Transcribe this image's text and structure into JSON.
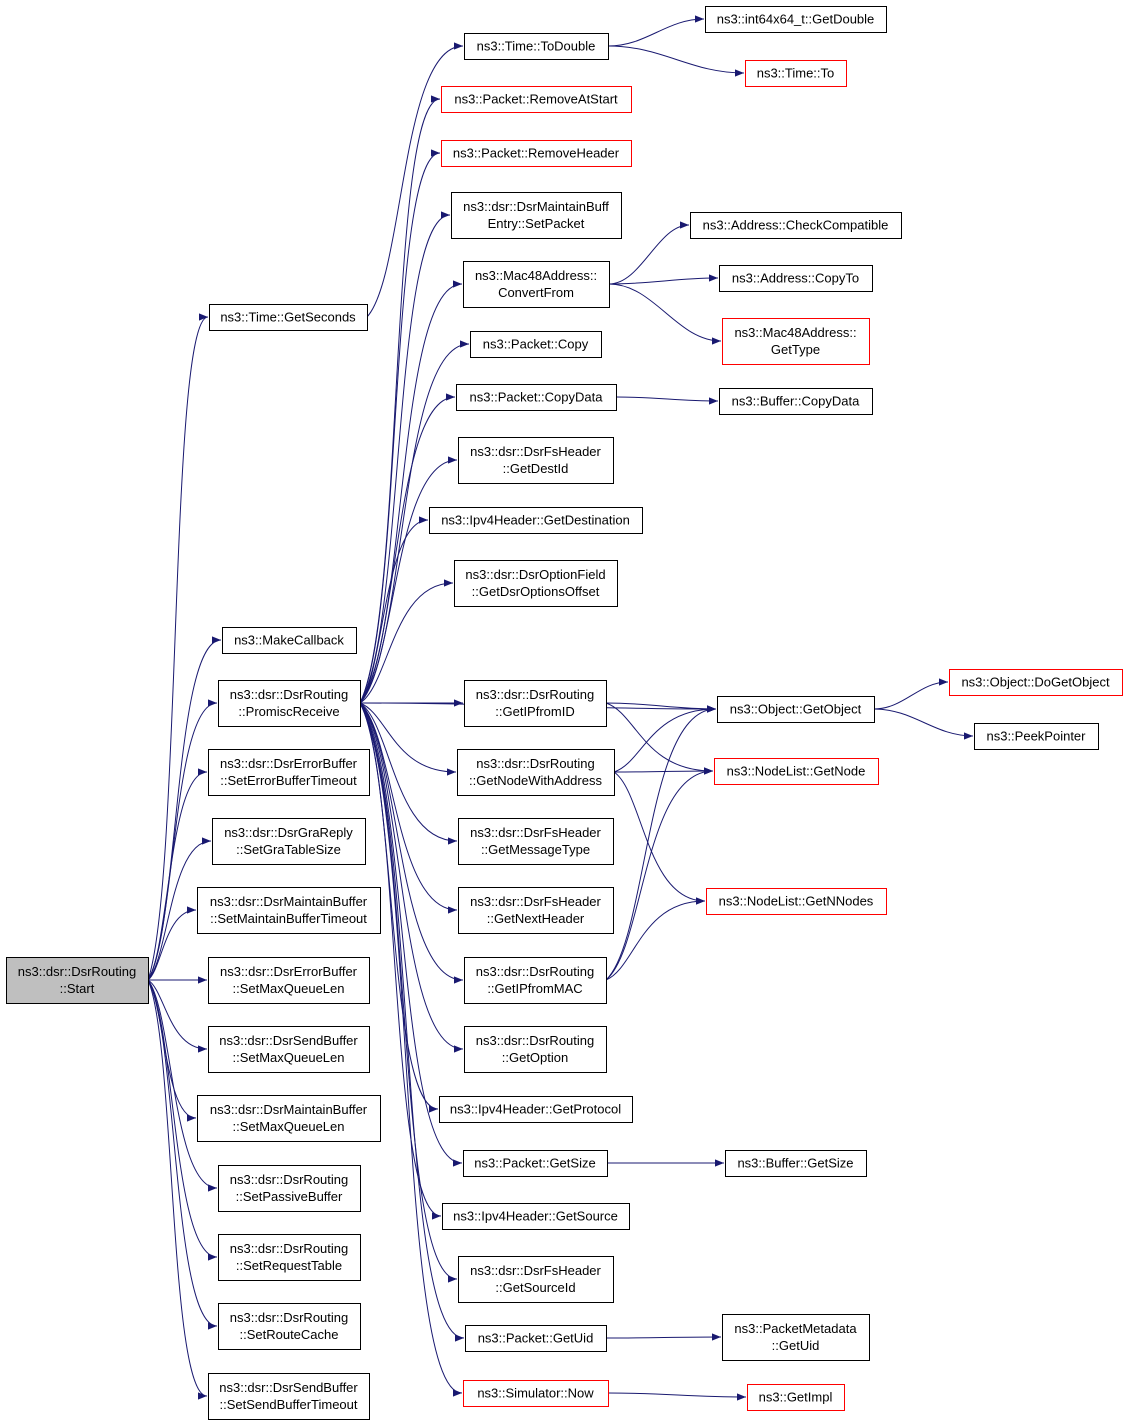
{
  "nodes": {
    "start": {
      "lines": [
        "ns3::dsr::DsrRouting",
        "::Start"
      ],
      "style": "root"
    },
    "getSeconds": {
      "lines": [
        "ns3::Time::GetSeconds"
      ],
      "style": "normal"
    },
    "toDouble": {
      "lines": [
        "ns3::Time::ToDouble"
      ],
      "style": "normal"
    },
    "int64GetDouble": {
      "lines": [
        "ns3::int64x64_t::GetDouble"
      ],
      "style": "normal"
    },
    "timeTo": {
      "lines": [
        "ns3::Time::To"
      ],
      "style": "red"
    },
    "makeCallback": {
      "lines": [
        "ns3::MakeCallback"
      ],
      "style": "normal"
    },
    "promiscReceive": {
      "lines": [
        "ns3::dsr::DsrRouting",
        "::PromiscReceive"
      ],
      "style": "normal"
    },
    "setErrorBufTimeout": {
      "lines": [
        "ns3::dsr::DsrErrorBuffer",
        "::SetErrorBufferTimeout"
      ],
      "style": "normal"
    },
    "setGraTableSize": {
      "lines": [
        "ns3::dsr::DsrGraReply",
        "::SetGraTableSize"
      ],
      "style": "normal"
    },
    "setMaintBufTimeout": {
      "lines": [
        "ns3::dsr::DsrMaintainBuffer",
        "::SetMaintainBufferTimeout"
      ],
      "style": "normal"
    },
    "setMaxQErr": {
      "lines": [
        "ns3::dsr::DsrErrorBuffer",
        "::SetMaxQueueLen"
      ],
      "style": "normal"
    },
    "setMaxQSend": {
      "lines": [
        "ns3::dsr::DsrSendBuffer",
        "::SetMaxQueueLen"
      ],
      "style": "normal"
    },
    "setMaxQMaint": {
      "lines": [
        "ns3::dsr::DsrMaintainBuffer",
        "::SetMaxQueueLen"
      ],
      "style": "normal"
    },
    "setPassiveBuffer": {
      "lines": [
        "ns3::dsr::DsrRouting",
        "::SetPassiveBuffer"
      ],
      "style": "normal"
    },
    "setRequestTable": {
      "lines": [
        "ns3::dsr::DsrRouting",
        "::SetRequestTable"
      ],
      "style": "normal"
    },
    "setRouteCache": {
      "lines": [
        "ns3::dsr::DsrRouting",
        "::SetRouteCache"
      ],
      "style": "normal"
    },
    "setSendBufTimeout": {
      "lines": [
        "ns3::dsr::DsrSendBuffer",
        "::SetSendBufferTimeout"
      ],
      "style": "normal"
    },
    "removeAtStart": {
      "lines": [
        "ns3::Packet::RemoveAtStart"
      ],
      "style": "red"
    },
    "removeHeader": {
      "lines": [
        "ns3::Packet::RemoveHeader"
      ],
      "style": "red"
    },
    "maintSetPacket": {
      "lines": [
        "ns3::dsr::DsrMaintainBuff",
        "Entry::SetPacket"
      ],
      "style": "normal"
    },
    "convertFrom": {
      "lines": [
        "ns3::Mac48Address::",
        "ConvertFrom"
      ],
      "style": "normal"
    },
    "packetCopy": {
      "lines": [
        "ns3::Packet::Copy"
      ],
      "style": "normal"
    },
    "packetCopyData": {
      "lines": [
        "ns3::Packet::CopyData"
      ],
      "style": "normal"
    },
    "getDestId": {
      "lines": [
        "ns3::dsr::DsrFsHeader",
        "::GetDestId"
      ],
      "style": "normal"
    },
    "getDestination": {
      "lines": [
        "ns3::Ipv4Header::GetDestination"
      ],
      "style": "normal"
    },
    "getDsrOptionsOffset": {
      "lines": [
        "ns3::dsr::DsrOptionField",
        "::GetDsrOptionsOffset"
      ],
      "style": "normal"
    },
    "getIPfromID": {
      "lines": [
        "ns3::dsr::DsrRouting",
        "::GetIPfromID"
      ],
      "style": "normal"
    },
    "getNodeWithAddress": {
      "lines": [
        "ns3::dsr::DsrRouting",
        "::GetNodeWithAddress"
      ],
      "style": "normal"
    },
    "getMessageType": {
      "lines": [
        "ns3::dsr::DsrFsHeader",
        "::GetMessageType"
      ],
      "style": "normal"
    },
    "getNextHeader": {
      "lines": [
        "ns3::dsr::DsrFsHeader",
        "::GetNextHeader"
      ],
      "style": "normal"
    },
    "getIPfromMAC": {
      "lines": [
        "ns3::dsr::DsrRouting",
        "::GetIPfromMAC"
      ],
      "style": "normal"
    },
    "getOption": {
      "lines": [
        "ns3::dsr::DsrRouting",
        "::GetOption"
      ],
      "style": "normal"
    },
    "getProtocol": {
      "lines": [
        "ns3::Ipv4Header::GetProtocol"
      ],
      "style": "normal"
    },
    "packetGetSize": {
      "lines": [
        "ns3::Packet::GetSize"
      ],
      "style": "normal"
    },
    "getSource": {
      "lines": [
        "ns3::Ipv4Header::GetSource"
      ],
      "style": "normal"
    },
    "getSourceId": {
      "lines": [
        "ns3::dsr::DsrFsHeader",
        "::GetSourceId"
      ],
      "style": "normal"
    },
    "packetGetUid": {
      "lines": [
        "ns3::Packet::GetUid"
      ],
      "style": "normal"
    },
    "simulatorNow": {
      "lines": [
        "ns3::Simulator::Now"
      ],
      "style": "red"
    },
    "checkCompatible": {
      "lines": [
        "ns3::Address::CheckCompatible"
      ],
      "style": "normal"
    },
    "addressCopyTo": {
      "lines": [
        "ns3::Address::CopyTo"
      ],
      "style": "normal"
    },
    "mac48GetType": {
      "lines": [
        "ns3::Mac48Address::",
        "GetType"
      ],
      "style": "red"
    },
    "bufferCopyData": {
      "lines": [
        "ns3::Buffer::CopyData"
      ],
      "style": "normal"
    },
    "getObject": {
      "lines": [
        "ns3::Object::GetObject"
      ],
      "style": "normal"
    },
    "doGetObject": {
      "lines": [
        "ns3::Object::DoGetObject"
      ],
      "style": "red"
    },
    "peekPointer": {
      "lines": [
        "ns3::PeekPointer"
      ],
      "style": "normal"
    },
    "nodeListGetNode": {
      "lines": [
        "ns3::NodeList::GetNode"
      ],
      "style": "red"
    },
    "nodeListGetNNodes": {
      "lines": [
        "ns3::NodeList::GetNNodes"
      ],
      "style": "red"
    },
    "bufferGetSize": {
      "lines": [
        "ns3::Buffer::GetSize"
      ],
      "style": "normal"
    },
    "packetMetaGetUid": {
      "lines": [
        "ns3::PacketMetadata",
        "::GetUid"
      ],
      "style": "normal"
    },
    "getImpl": {
      "lines": [
        "ns3::GetImpl"
      ],
      "style": "red"
    }
  },
  "edges": [
    [
      "start",
      "getSeconds"
    ],
    [
      "start",
      "makeCallback"
    ],
    [
      "start",
      "promiscReceive"
    ],
    [
      "start",
      "setErrorBufTimeout"
    ],
    [
      "start",
      "setGraTableSize"
    ],
    [
      "start",
      "setMaintBufTimeout"
    ],
    [
      "start",
      "setMaxQErr"
    ],
    [
      "start",
      "setMaxQSend"
    ],
    [
      "start",
      "setMaxQMaint"
    ],
    [
      "start",
      "setPassiveBuffer"
    ],
    [
      "start",
      "setRequestTable"
    ],
    [
      "start",
      "setRouteCache"
    ],
    [
      "start",
      "setSendBufTimeout"
    ],
    [
      "getSeconds",
      "toDouble"
    ],
    [
      "toDouble",
      "int64GetDouble"
    ],
    [
      "toDouble",
      "timeTo"
    ],
    [
      "promiscReceive",
      "removeAtStart"
    ],
    [
      "promiscReceive",
      "removeHeader"
    ],
    [
      "promiscReceive",
      "maintSetPacket"
    ],
    [
      "promiscReceive",
      "convertFrom"
    ],
    [
      "promiscReceive",
      "packetCopy"
    ],
    [
      "promiscReceive",
      "packetCopyData"
    ],
    [
      "promiscReceive",
      "getDestId"
    ],
    [
      "promiscReceive",
      "getDestination"
    ],
    [
      "promiscReceive",
      "getDsrOptionsOffset"
    ],
    [
      "promiscReceive",
      "getObject"
    ],
    [
      "promiscReceive",
      "getIPfromID"
    ],
    [
      "promiscReceive",
      "getNodeWithAddress"
    ],
    [
      "promiscReceive",
      "getMessageType"
    ],
    [
      "promiscReceive",
      "getNextHeader"
    ],
    [
      "promiscReceive",
      "getIPfromMAC"
    ],
    [
      "promiscReceive",
      "getOption"
    ],
    [
      "promiscReceive",
      "getProtocol"
    ],
    [
      "promiscReceive",
      "packetGetSize"
    ],
    [
      "promiscReceive",
      "getSource"
    ],
    [
      "promiscReceive",
      "getSourceId"
    ],
    [
      "promiscReceive",
      "packetGetUid"
    ],
    [
      "promiscReceive",
      "simulatorNow"
    ],
    [
      "convertFrom",
      "checkCompatible"
    ],
    [
      "convertFrom",
      "addressCopyTo"
    ],
    [
      "convertFrom",
      "mac48GetType"
    ],
    [
      "packetCopyData",
      "bufferCopyData"
    ],
    [
      "getIPfromID",
      "getObject"
    ],
    [
      "getIPfromID",
      "nodeListGetNode"
    ],
    [
      "getNodeWithAddress",
      "getObject"
    ],
    [
      "getNodeWithAddress",
      "nodeListGetNode"
    ],
    [
      "getNodeWithAddress",
      "nodeListGetNNodes"
    ],
    [
      "getIPfromMAC",
      "getObject"
    ],
    [
      "getIPfromMAC",
      "nodeListGetNode"
    ],
    [
      "getIPfromMAC",
      "nodeListGetNNodes"
    ],
    [
      "getObject",
      "doGetObject"
    ],
    [
      "getObject",
      "peekPointer"
    ],
    [
      "packetGetSize",
      "bufferGetSize"
    ],
    [
      "packetGetUid",
      "packetMetaGetUid"
    ],
    [
      "simulatorNow",
      "getImpl"
    ]
  ],
  "colors": {
    "edge": "#191970",
    "rootFill": "#bfbfbf",
    "redBorder": "#ff0000",
    "border": "#000000"
  }
}
